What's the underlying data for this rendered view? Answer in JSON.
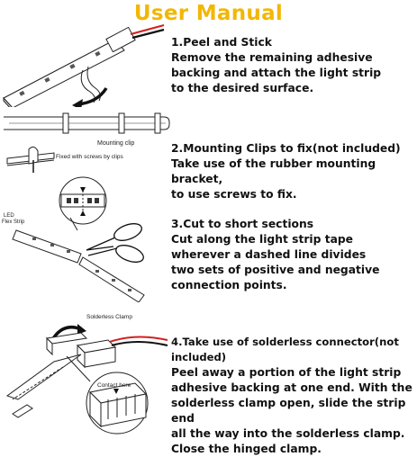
{
  "title": "User Manual",
  "steps": [
    {
      "heading": "1.Peel and Stick",
      "body": "Remove the remaining adhesive\nbacking and attach the light strip\nto the desired surface."
    },
    {
      "heading": "2.Mounting Clips to fix(not included)",
      "body": "Take use of the rubber mounting bracket,\nto use screws to fix."
    },
    {
      "heading": "3.Cut to short sections",
      "body": "Cut along the light strip tape\nwherever a dashed line divides\ntwo sets of positive and negative\nconnection points."
    },
    {
      "heading": "4.Take use of solderless connector(not included)",
      "body": "Peel away a portion of the light strip\nadhesive backing at one end. With the\nsolderless clamp open, slide the strip end\nall the way into the solderless clamp.\nClose the hinged clamp."
    }
  ],
  "labels": {
    "mounting_clip": "Mounting clip",
    "fixed_with_screws": "Fixed with screws by clips",
    "led_flex_strip": "LED\nFlex Strip",
    "solderless_clamp": "Solderless Clamp",
    "contact_here": "Contact here"
  },
  "colors": {
    "title": "#f2b705",
    "wire_red": "#d22020",
    "wire_black": "#111111"
  }
}
